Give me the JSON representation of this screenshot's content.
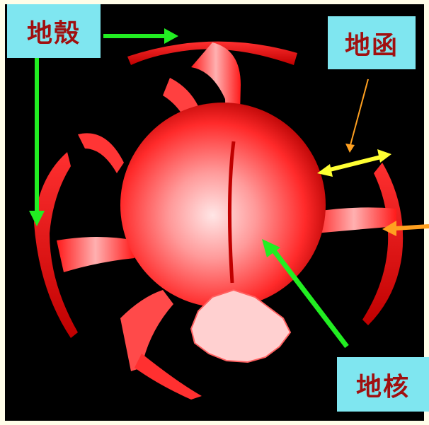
{
  "labels": {
    "crust": "地殼",
    "mantle": "地函",
    "core": "地核"
  },
  "colors": {
    "background": "#000000",
    "label_bg": "#7fe6f0",
    "label_text": "#a01010",
    "green_arrow": "#22ee22",
    "yellow_arrow": "#ffff33",
    "orange_arrow": "#ffa020",
    "structure": "#ff2020"
  }
}
